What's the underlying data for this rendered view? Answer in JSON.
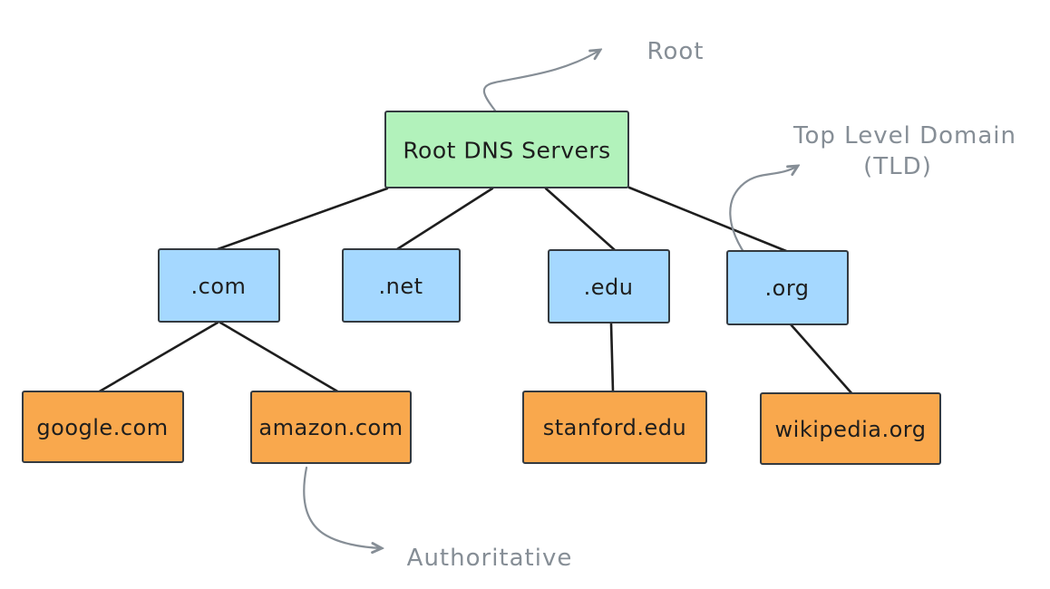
{
  "canvas": {
    "background": "#ffffff"
  },
  "nodes": {
    "root": {
      "label": "Root DNS Servers",
      "fill": "#b2f2bb",
      "level": "root"
    },
    "com": {
      "label": ".com",
      "fill": "#a5d8ff",
      "level": "tld"
    },
    "net": {
      "label": ".net",
      "fill": "#a5d8ff",
      "level": "tld"
    },
    "edu": {
      "label": ".edu",
      "fill": "#a5d8ff",
      "level": "tld"
    },
    "org": {
      "label": ".org",
      "fill": "#a5d8ff",
      "level": "tld"
    },
    "google": {
      "label": "google.com",
      "fill": "#f9a84d",
      "level": "authoritative"
    },
    "amazon": {
      "label": "amazon.com",
      "fill": "#f9a84d",
      "level": "authoritative"
    },
    "stanford": {
      "label": "stanford.edu",
      "fill": "#f9a84d",
      "level": "authoritative"
    },
    "wikipedia": {
      "label": "wikipedia.org",
      "fill": "#f9a84d",
      "level": "authoritative"
    }
  },
  "edges": [
    {
      "from": "root",
      "to": "com"
    },
    {
      "from": "root",
      "to": "net"
    },
    {
      "from": "root",
      "to": "edu"
    },
    {
      "from": "root",
      "to": "org"
    },
    {
      "from": "com",
      "to": "google"
    },
    {
      "from": "com",
      "to": "amazon"
    },
    {
      "from": "edu",
      "to": "stanford"
    },
    {
      "from": "org",
      "to": "wikipedia"
    }
  ],
  "annotations": {
    "root_label": "Root",
    "tld_label_line1": "Top Level Domain",
    "tld_label_line2": "(TLD)",
    "authoritative_label": "Authoritative",
    "color": "#868e96"
  },
  "colors": {
    "edge": "#1e1e1e",
    "node_border": "#343a40",
    "node_text": "#1e1e1e"
  }
}
